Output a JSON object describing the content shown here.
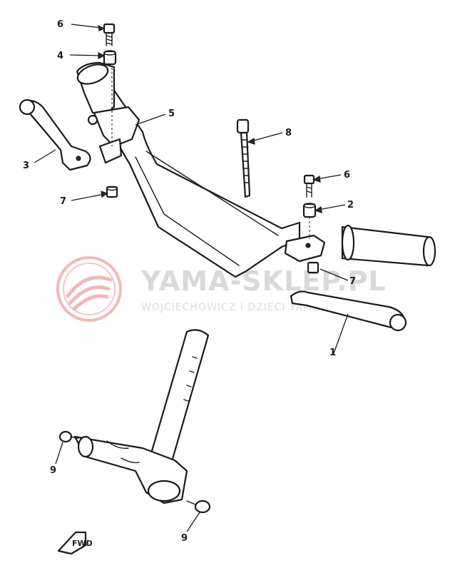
{
  "watermark": {
    "brand": "YAMA-SKLEP.PL",
    "subtitle": "WOJCIECHOWICZ I DZIECI YAMAHA",
    "logo_color": "#f2b8b8",
    "text_color": "#d9d9d9"
  },
  "callouts": [
    {
      "id": "c6a",
      "label": "6"
    },
    {
      "id": "c4",
      "label": "4"
    },
    {
      "id": "c5",
      "label": "5"
    },
    {
      "id": "c3",
      "label": "3"
    },
    {
      "id": "c7a",
      "label": "7"
    },
    {
      "id": "c8",
      "label": "8"
    },
    {
      "id": "c6b",
      "label": "6"
    },
    {
      "id": "c2",
      "label": "2"
    },
    {
      "id": "c7b",
      "label": "7"
    },
    {
      "id": "c1",
      "label": "1"
    },
    {
      "id": "c9a",
      "label": "9"
    },
    {
      "id": "c9b",
      "label": "9"
    }
  ],
  "fwd_label": "FWD"
}
